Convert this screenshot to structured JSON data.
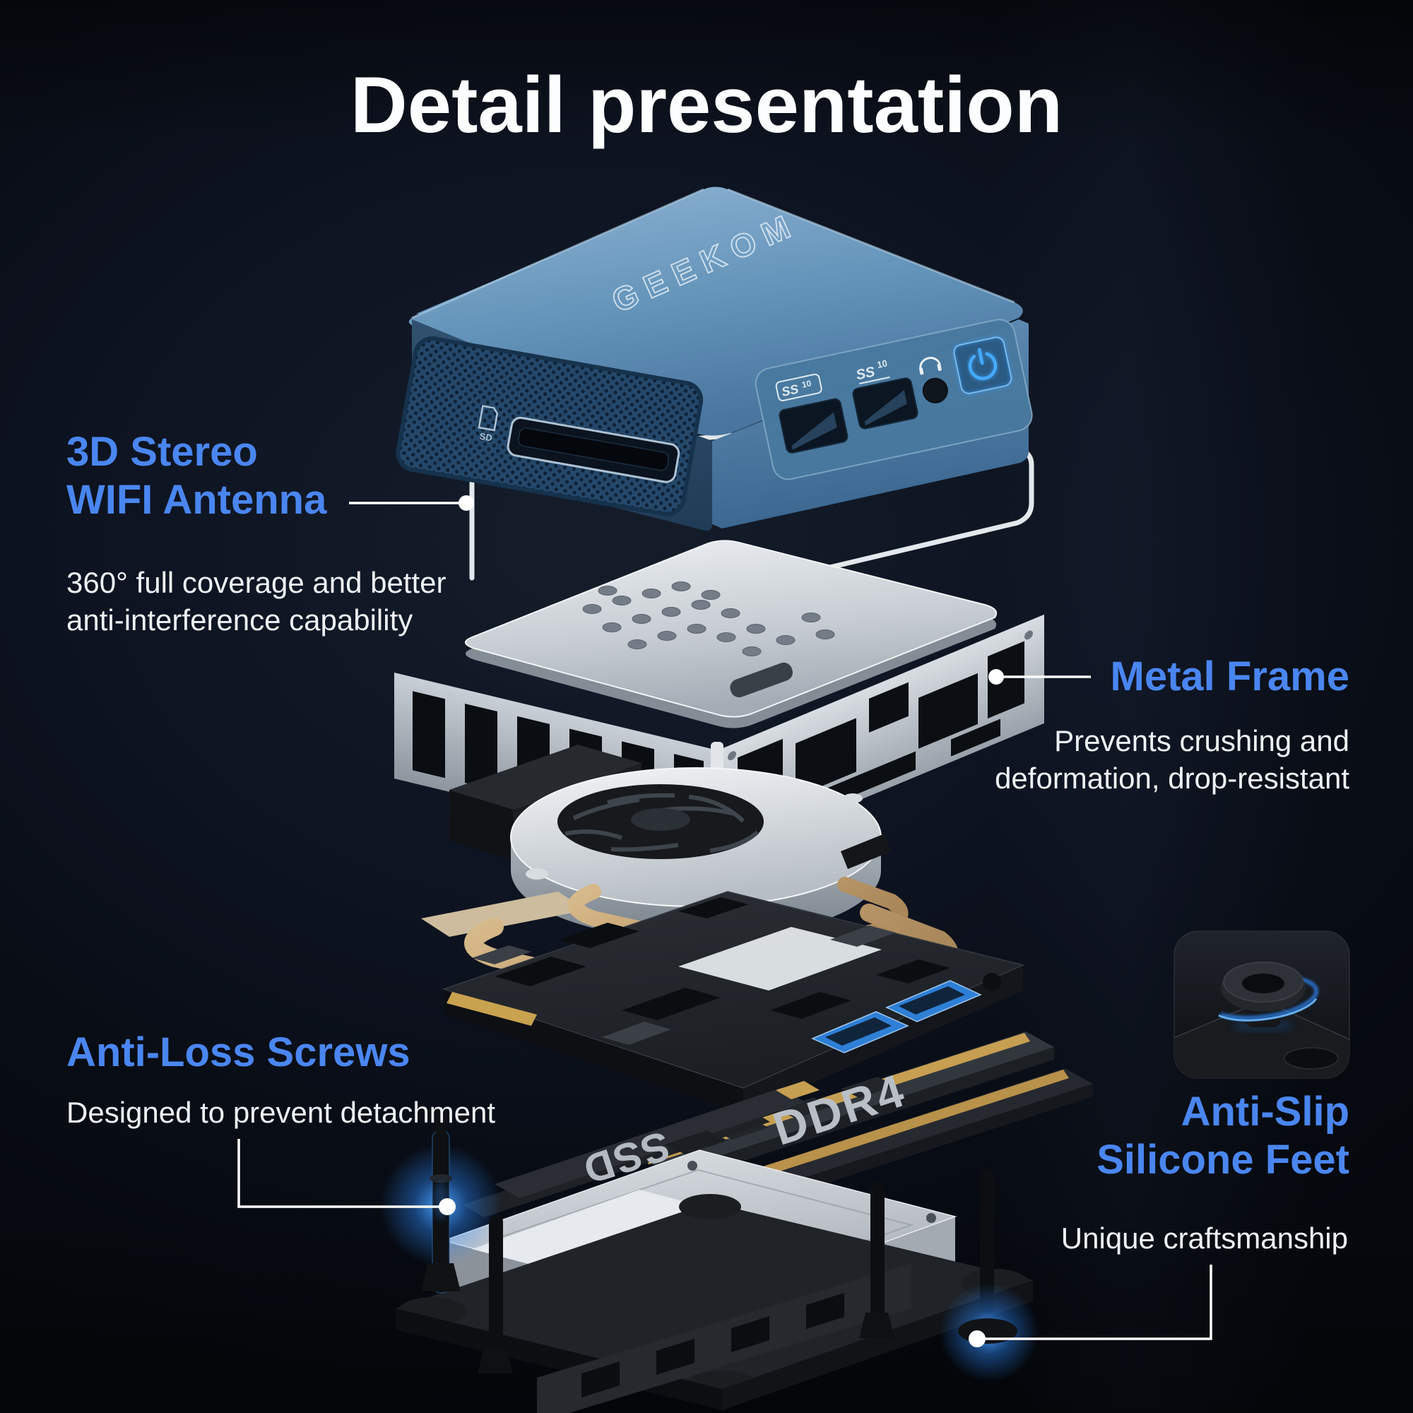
{
  "title": "Detail presentation",
  "colors": {
    "background": "#0a0e16",
    "accent_blue": "#4a86f0",
    "text_white": "#eef2f6",
    "leader_line": "#ffffff",
    "glow_blue": "#2f8bff",
    "case_blue": "#4b7fae",
    "copper": "#c2a071",
    "metal_silver": "#c7cdd3"
  },
  "callouts": {
    "wifi_antenna": {
      "heading_line1": "3D Stereo",
      "heading_line2": "WIFI Antenna",
      "desc_line1": "360° full coverage and better",
      "desc_line2": "anti-interference capability"
    },
    "metal_frame": {
      "heading": "Metal Frame",
      "desc_line1": "Prevents crushing and",
      "desc_line2": "deformation, drop-resistant"
    },
    "anti_loss_screws": {
      "heading": "Anti-Loss Screws",
      "desc": "Designed to prevent detachment"
    },
    "anti_slip_feet": {
      "heading_line1": "Anti-Slip",
      "heading_line2": "Silicone Feet",
      "desc": "Unique craftsmanship"
    }
  },
  "device": {
    "brand_logo": "GEEKOM",
    "sd_slot_label": "SD",
    "usb_label": "SS",
    "usb_speed": "10",
    "ram_label": "DDR4",
    "ssd_label": "SSD"
  }
}
